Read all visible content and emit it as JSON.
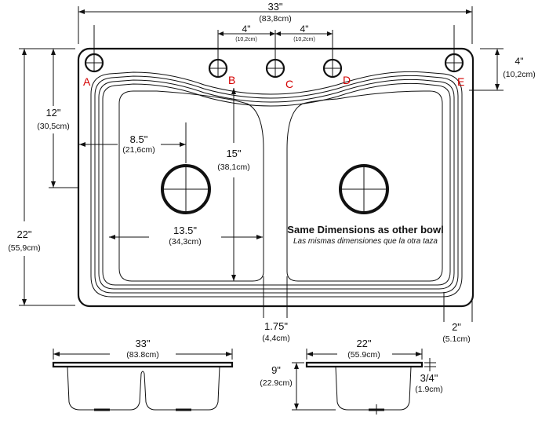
{
  "top_view": {
    "overall_width": {
      "in": "33\"",
      "cm": "(83,8cm)"
    },
    "hole_spacing_left": {
      "in": "4\"",
      "cm": "(10,2cm)"
    },
    "hole_spacing_right": {
      "in": "4\"",
      "cm": "(10,2cm)"
    },
    "corner_offset": {
      "in": "4\"",
      "cm": "(10,2cm)"
    },
    "left_height": {
      "in": "12\"",
      "cm": "(30,5cm)"
    },
    "overall_depth": {
      "in": "22\"",
      "cm": "(55,9cm)"
    },
    "drain_offset": {
      "in": "8.5\"",
      "cm": "(21,6cm)"
    },
    "bowl_depth": {
      "in": "15\"",
      "cm": "(38,1cm)"
    },
    "bowl_width": {
      "in": "13.5\"",
      "cm": "(34,3cm)"
    },
    "divider_width": {
      "in": "1.75\"",
      "cm": "(4,4cm)"
    },
    "rim_width": {
      "in": "2\"",
      "cm": "(5.1cm)"
    },
    "note_en": "Same Dimensions as other bowl",
    "note_es": "Las mismas dimensiones que la otra taza",
    "hole_labels": [
      "A",
      "B",
      "C",
      "D",
      "E"
    ],
    "marker_color": "#d40000"
  },
  "front_view": {
    "width": {
      "in": "33\"",
      "cm": "(83.8cm)"
    }
  },
  "side_view": {
    "width": {
      "in": "22\"",
      "cm": "(55.9cm)"
    },
    "depth": {
      "in": "9\"",
      "cm": "(22.9cm)"
    },
    "flange": {
      "in": "3/4\"",
      "cm": "(1.9cm)"
    }
  }
}
